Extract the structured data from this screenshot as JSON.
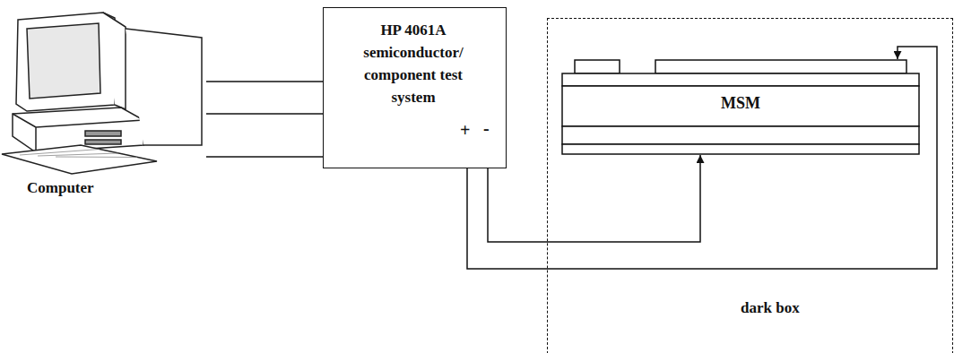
{
  "diagram": {
    "nodes": [
      {
        "text": [
          "Computer"
        ]
      },
      {
        "text": [
          "HP 4061A semiconductor/ component test system"
        ]
      },
      {
        "text": [
          "dark box"
        ]
      },
      {
        "text": [
          "MSM"
        ],
        "in": 2
      }
    ],
    "edges": [
      {
        "from": 0,
        "to": 1,
        "arrow": "none"
      },
      {
        "from": 0,
        "to": 1,
        "arrow": "none"
      },
      {
        "from": 0,
        "to": 1,
        "arrow": "none"
      },
      {
        "from": 1,
        "to": 3,
        "arrow": "to"
      },
      {
        "from": 1,
        "to": 3,
        "arrow": "to"
      }
    ],
    "labels": [
      "+",
      "-"
    ]
  }
}
